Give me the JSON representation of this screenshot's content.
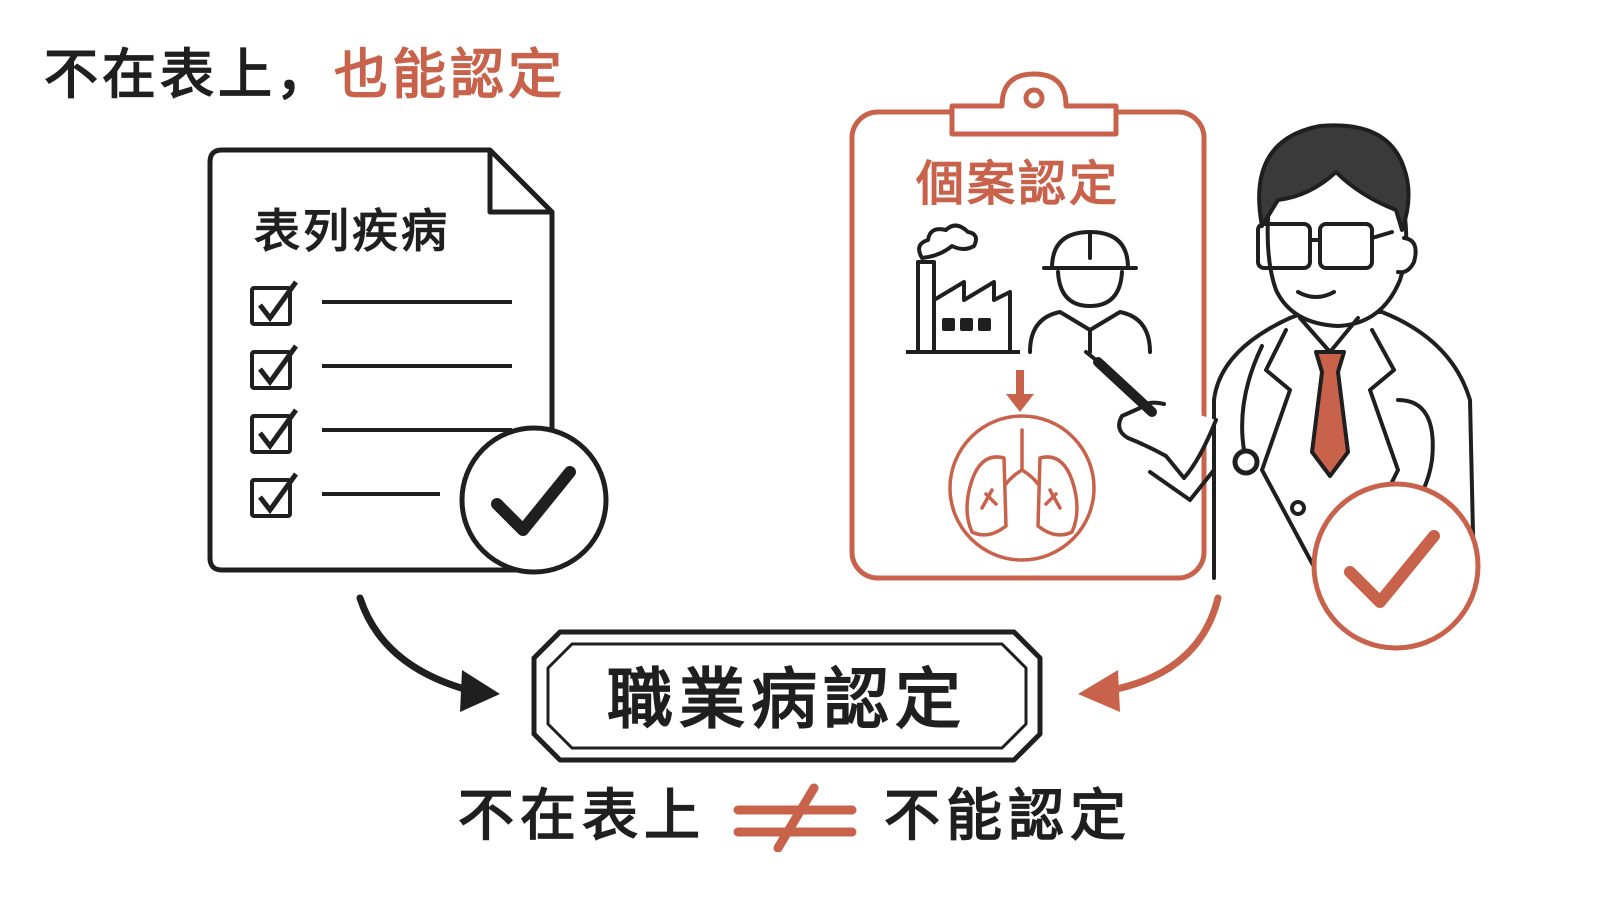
{
  "headline": {
    "part1": "不在表上，",
    "part2": "也能認定"
  },
  "list_document": {
    "title": "表列疾病",
    "items_checked": 4
  },
  "case_board": {
    "title": "個案認定"
  },
  "center_box": {
    "label": "職業病認定"
  },
  "footer": {
    "left": "不在表上",
    "right": "不能認定"
  },
  "icons": [
    "document-icon",
    "checkbox-icon",
    "check-circle-icon",
    "clipboard-icon",
    "factory-icon",
    "worker-icon",
    "lungs-icon",
    "doctor-icon",
    "pen-icon",
    "arrow-icon",
    "not-equal-icon"
  ],
  "colors": {
    "ink": "#1f1f1f",
    "accent": "#c8624b"
  }
}
